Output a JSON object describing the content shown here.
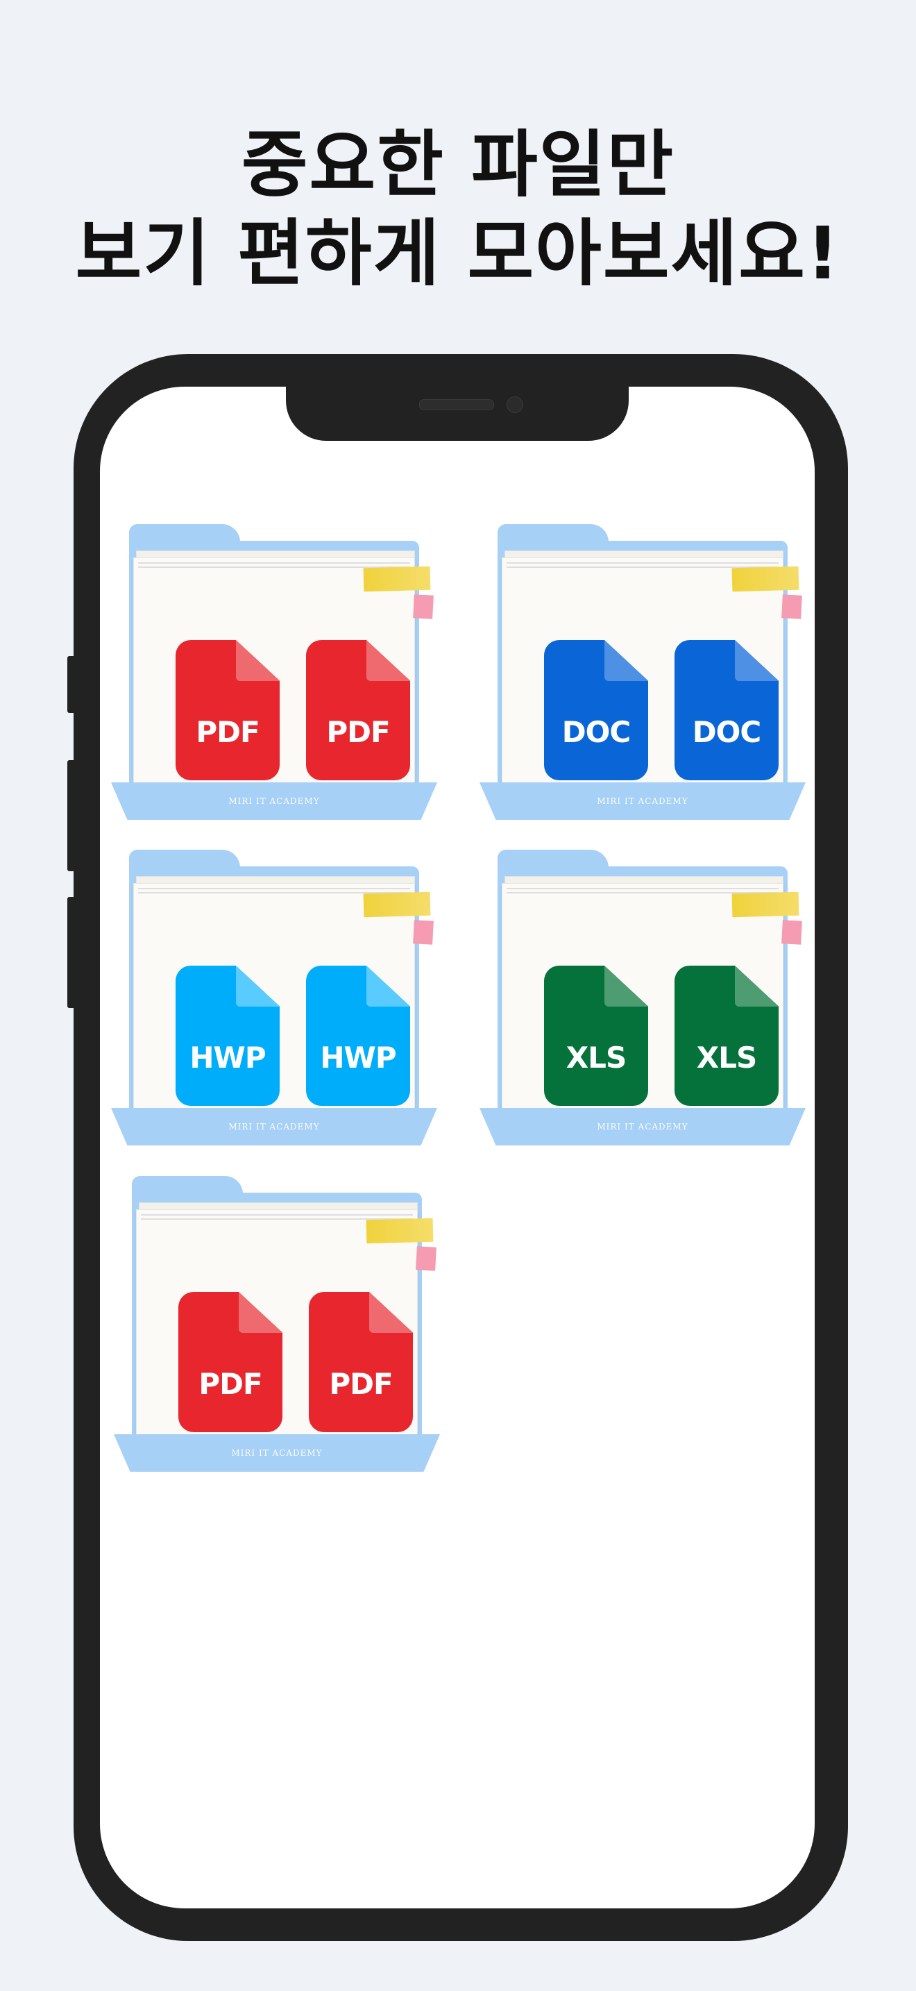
{
  "headline": {
    "line1": "중요한 파일만",
    "line2": "보기 편하게 모아보세요!"
  },
  "folders": [
    {
      "caption": "MIRI IT ACADEMY",
      "docs": [
        {
          "label": "PDF",
          "color": "#e8262d",
          "fold_color": "#ef6a6e",
          "icon": "pdf-file-icon"
        },
        {
          "label": "PDF",
          "color": "#e8262d",
          "fold_color": "#ef6a6e",
          "icon": "pdf-file-icon"
        }
      ]
    },
    {
      "caption": "MIRI IT ACADEMY",
      "docs": [
        {
          "label": "DOC",
          "color": "#0a66d6",
          "fold_color": "#4d90e4",
          "icon": "doc-file-icon"
        },
        {
          "label": "DOC",
          "color": "#0a66d6",
          "fold_color": "#4d90e4",
          "icon": "doc-file-icon"
        }
      ]
    },
    {
      "caption": "MIRI IT ACADEMY",
      "docs": [
        {
          "label": "HWP",
          "color": "#00adfb",
          "fold_color": "#5acbff",
          "icon": "hwp-file-icon"
        },
        {
          "label": "HWP",
          "color": "#00adfb",
          "fold_color": "#5acbff",
          "icon": "hwp-file-icon"
        }
      ]
    },
    {
      "caption": "MIRI IT ACADEMY",
      "docs": [
        {
          "label": "XLS",
          "color": "#04723a",
          "fold_color": "#4d9c72",
          "icon": "xls-file-icon"
        },
        {
          "label": "XLS",
          "color": "#04723a",
          "fold_color": "#4d9c72",
          "icon": "xls-file-icon"
        }
      ]
    },
    {
      "caption": "MIRI IT ACADEMY",
      "docs": [
        {
          "label": "PDF",
          "color": "#e8262d",
          "fold_color": "#ef6a6e",
          "icon": "pdf-file-icon"
        },
        {
          "label": "PDF",
          "color": "#e8262d",
          "fold_color": "#ef6a6e",
          "icon": "pdf-file-icon"
        }
      ]
    }
  ],
  "colors": {
    "background": "#eff2f7",
    "phone_frame": "#222222",
    "folder": "#a6d0f6",
    "sticky_yellow": "#f0d23c",
    "sticky_pink": "#f59bb2"
  }
}
